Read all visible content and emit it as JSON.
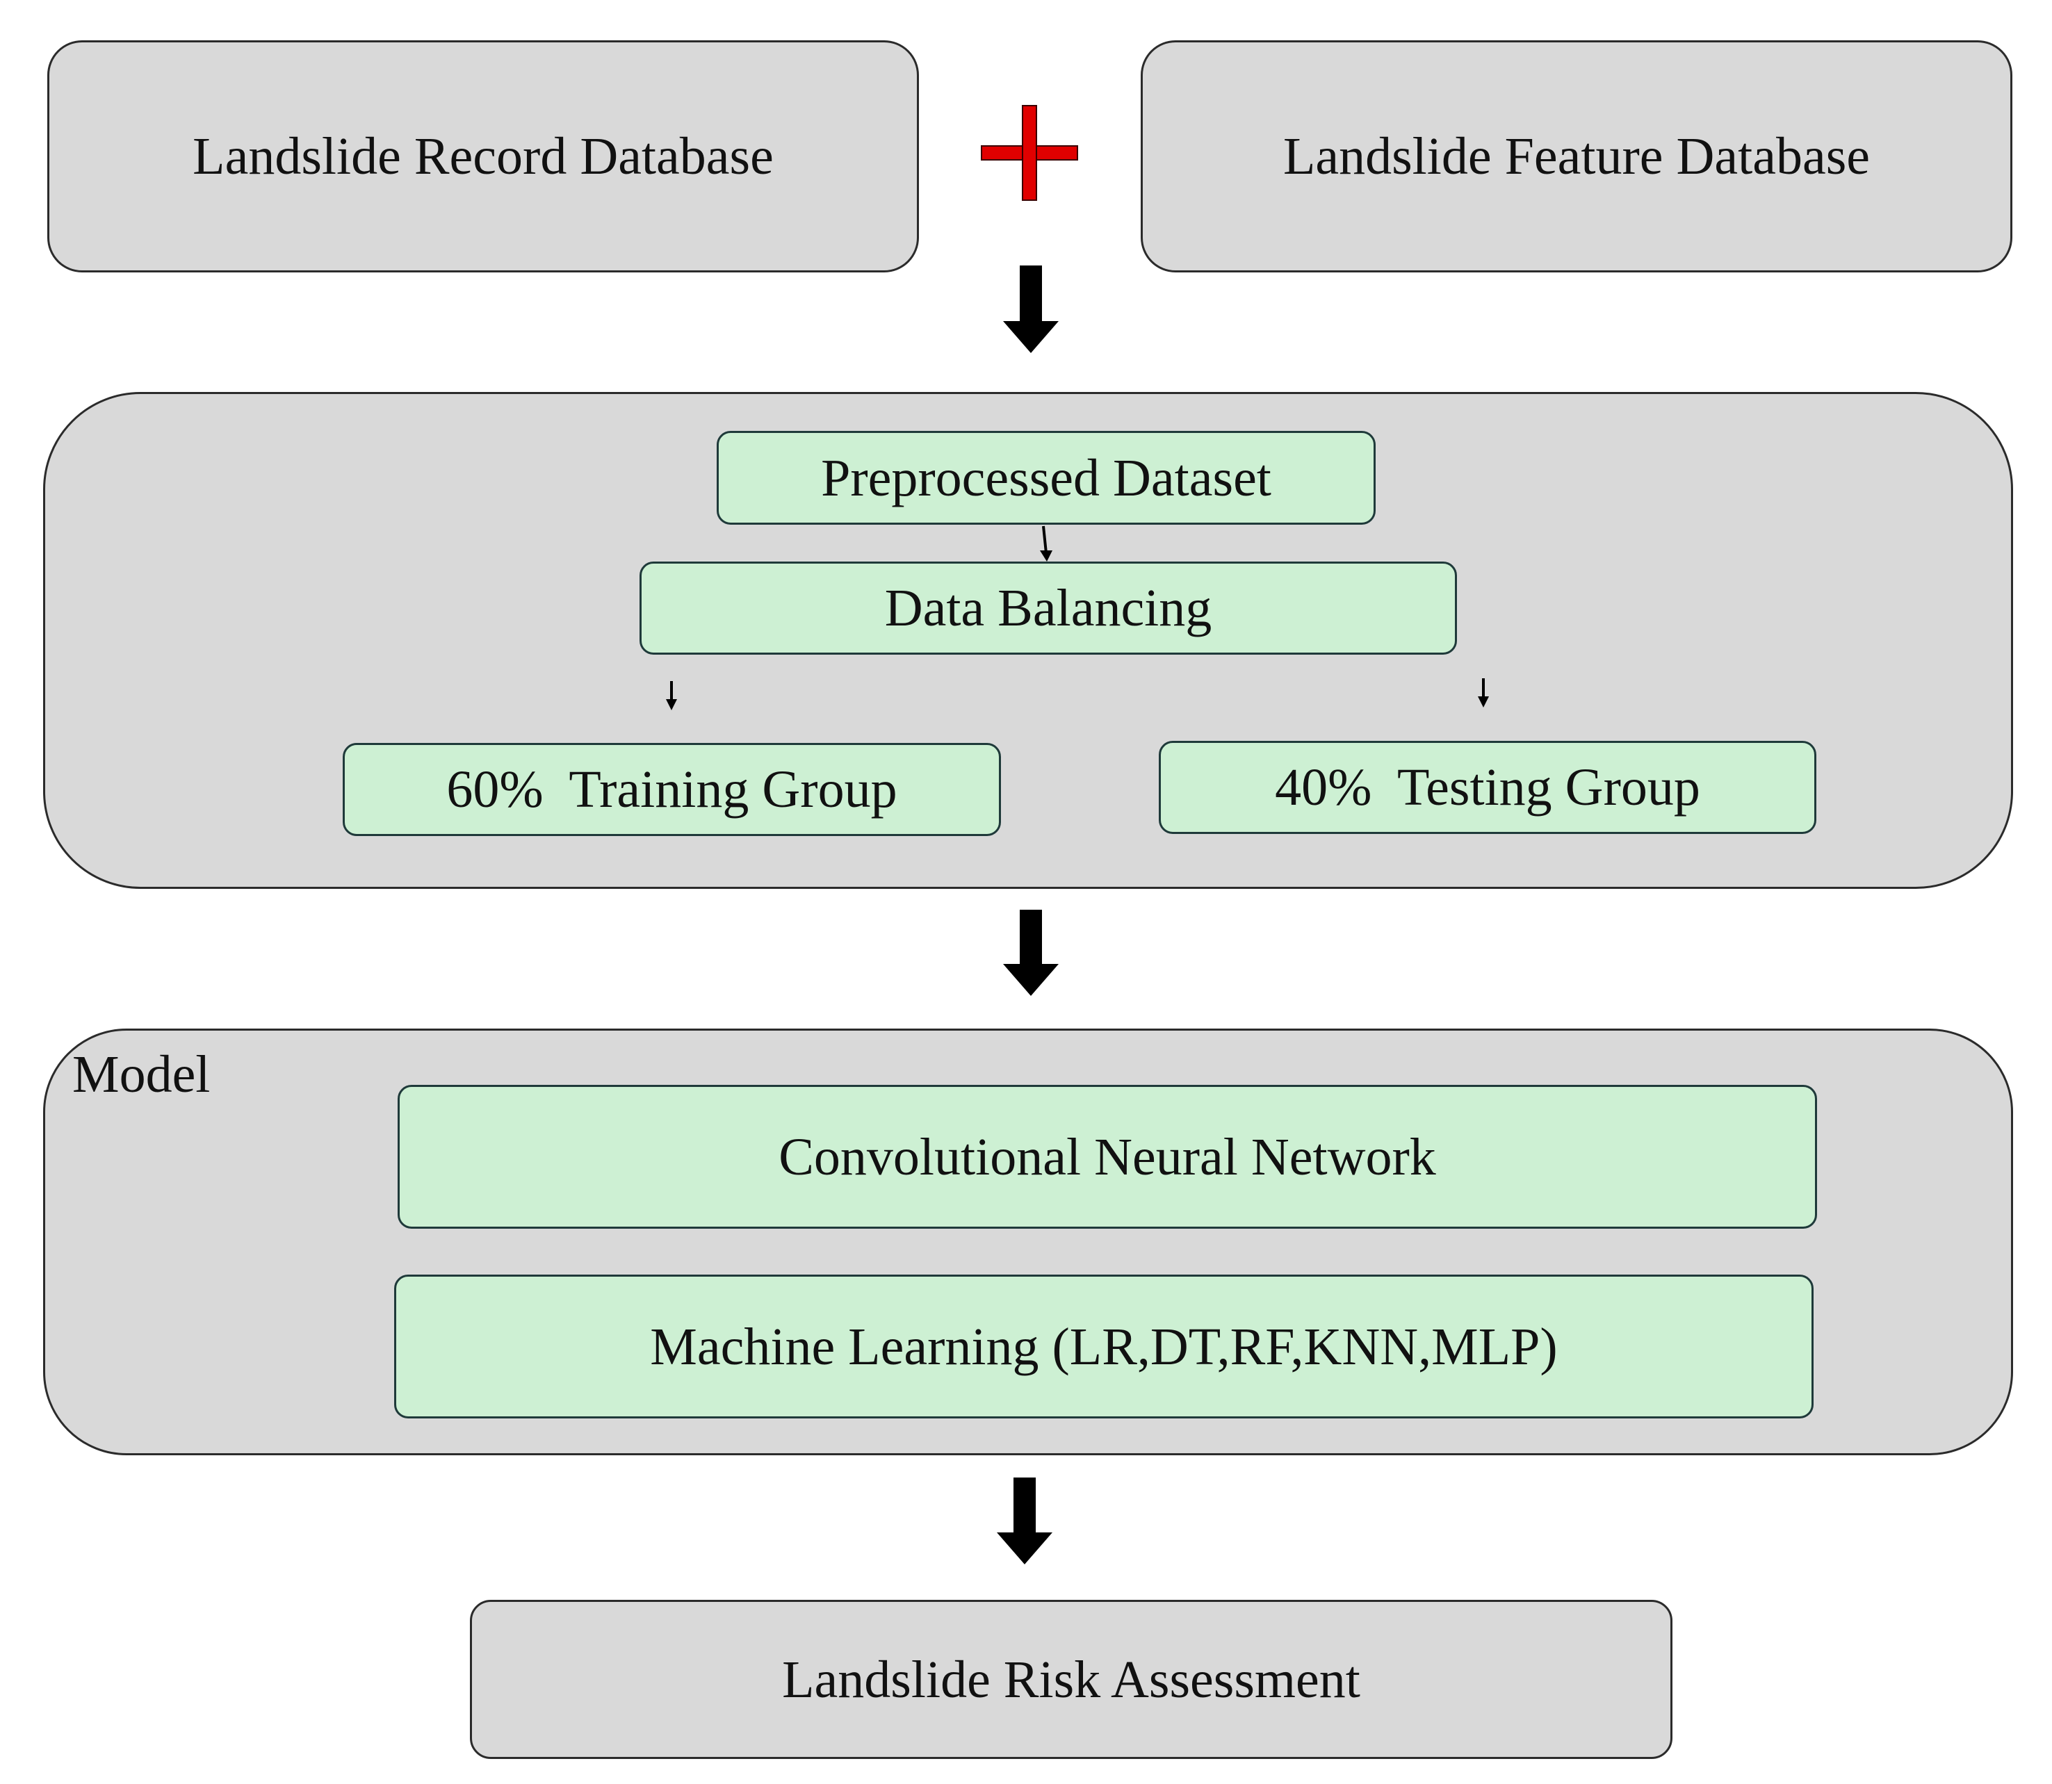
{
  "inputs": {
    "record_db": "Landslide Record Database",
    "feature_db": "Landslide Feature Database"
  },
  "preprocessing": {
    "dataset": "Preprocessed Dataset",
    "balancing": "Data Balancing",
    "training": "60%  Training Group",
    "testing": "40%  Testing Group"
  },
  "model": {
    "title": "Model",
    "cnn": "Convolutional Neural Network",
    "ml": "Machine Learning (LR,DT,RF,KNN,MLP)"
  },
  "output": {
    "label": "Landslide Risk Assessment"
  },
  "colors": {
    "plus": "#e00000",
    "arrow": "#000000",
    "gray_fill": "#d9d9d9",
    "green_fill": "#cdf0d3"
  },
  "icons": {
    "plus": "plus-icon",
    "arrow": "down-arrow-icon"
  }
}
